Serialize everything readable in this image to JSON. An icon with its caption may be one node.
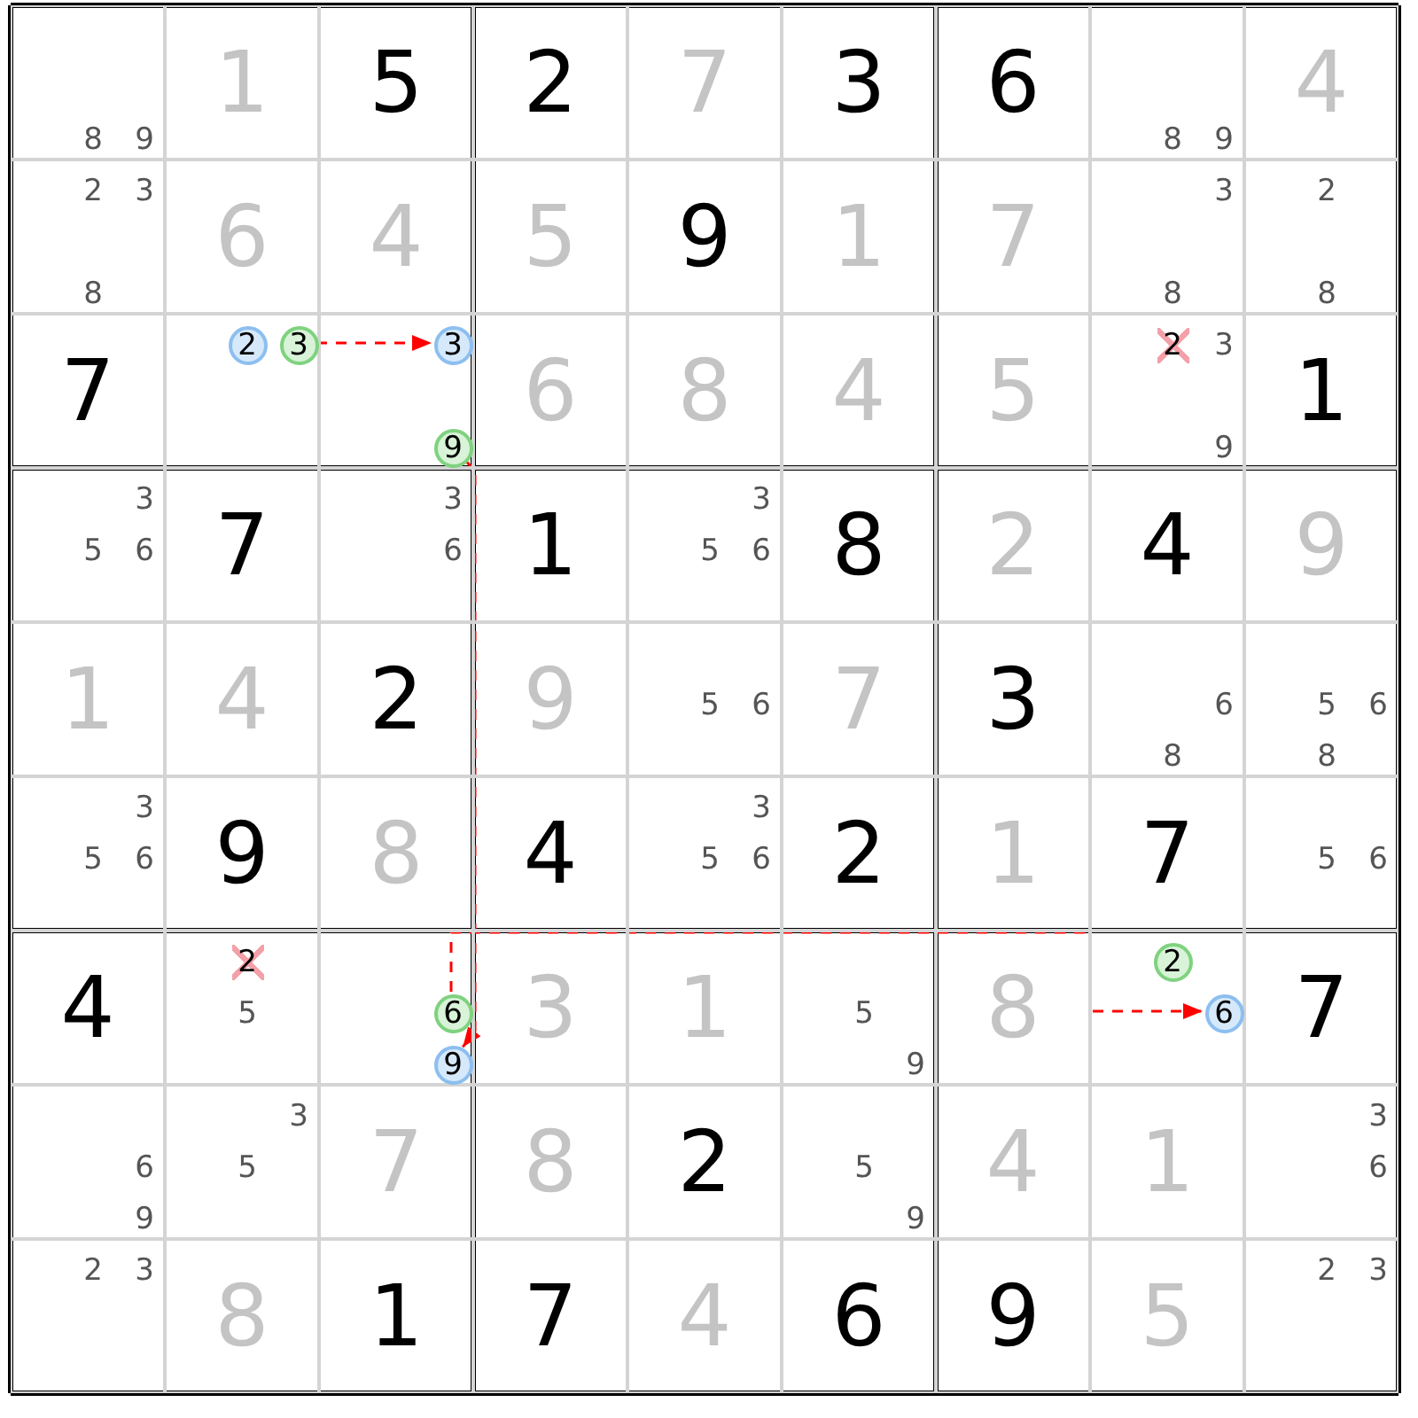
{
  "diagram": {
    "nodes": [
      {
        "text": [
          "8",
          "9"
        ]
      },
      {
        "text": [
          "1"
        ]
      },
      {
        "text": [
          "5"
        ]
      },
      {
        "text": [
          "2"
        ]
      },
      {
        "text": [
          "7"
        ]
      },
      {
        "text": [
          "3"
        ]
      },
      {
        "text": [
          "6"
        ]
      },
      {
        "text": [
          "8",
          "9"
        ]
      },
      {
        "text": [
          "4"
        ]
      },
      {
        "text": [
          "2",
          "3",
          "8"
        ]
      },
      {
        "text": [
          "6"
        ]
      },
      {
        "text": [
          "4"
        ]
      },
      {
        "text": [
          "5"
        ]
      },
      {
        "text": [
          "9"
        ]
      },
      {
        "text": [
          "1"
        ]
      },
      {
        "text": [
          "7"
        ]
      },
      {
        "text": [
          "3",
          "8"
        ]
      },
      {
        "text": [
          "2",
          "8"
        ]
      },
      {
        "text": [
          "7"
        ]
      },
      {
        "text": [],
        "shape": "box"
      },
      {
        "text": [
          "2"
        ],
        "in": 19
      },
      {
        "text": [
          "3"
        ],
        "in": 19
      },
      {
        "text": [],
        "shape": "box"
      },
      {
        "text": [
          "3"
        ],
        "in": 22
      },
      {
        "text": [
          "9"
        ],
        "in": 22
      },
      {
        "text": [
          "6"
        ]
      },
      {
        "text": [
          "8"
        ]
      },
      {
        "text": [
          "4"
        ]
      },
      {
        "text": [
          "5"
        ]
      },
      {
        "text": [
          "2",
          "3",
          "9"
        ]
      },
      {
        "text": [
          "1"
        ]
      },
      {
        "text": [
          "3",
          "5",
          "6"
        ]
      },
      {
        "text": [
          "7"
        ]
      },
      {
        "text": [
          "3",
          "6"
        ]
      },
      {
        "text": [
          "1"
        ]
      },
      {
        "text": [
          "3",
          "5",
          "6"
        ]
      },
      {
        "text": [
          "8"
        ]
      },
      {
        "text": [
          "2"
        ]
      },
      {
        "text": [
          "4"
        ]
      },
      {
        "text": [
          "9"
        ]
      },
      {
        "text": [
          "1"
        ]
      },
      {
        "text": [
          "4"
        ]
      },
      {
        "text": [
          "2"
        ]
      },
      {
        "text": [
          "9"
        ]
      },
      {
        "text": [
          "5",
          "6"
        ]
      },
      {
        "text": [
          "7"
        ]
      },
      {
        "text": [
          "3"
        ]
      },
      {
        "text": [
          "6",
          "8"
        ]
      },
      {
        "text": [
          "5",
          "6",
          "8"
        ]
      },
      {
        "text": [
          "3",
          "5",
          "6"
        ]
      },
      {
        "text": [
          "9"
        ]
      },
      {
        "text": [
          "8"
        ]
      },
      {
        "text": [
          "4"
        ]
      },
      {
        "text": [
          "3",
          "5",
          "6"
        ]
      },
      {
        "text": [
          "2"
        ]
      },
      {
        "text": [
          "1"
        ]
      },
      {
        "text": [
          "7"
        ]
      },
      {
        "text": [
          "5",
          "6"
        ]
      },
      {
        "text": [
          "4"
        ]
      },
      {
        "text": [
          "2",
          "5"
        ]
      },
      {
        "text": [],
        "shape": "box"
      },
      {
        "text": [
          "6"
        ],
        "in": 60
      },
      {
        "text": [
          "9"
        ],
        "in": 60
      },
      {
        "text": [
          "3"
        ]
      },
      {
        "text": [
          "1"
        ]
      },
      {
        "text": [
          "5",
          "9"
        ]
      },
      {
        "text": [
          "8"
        ]
      },
      {
        "text": [],
        "shape": "box"
      },
      {
        "text": [
          "2"
        ],
        "in": 67
      },
      {
        "text": [
          "6"
        ],
        "in": 67
      },
      {
        "text": [
          "7"
        ]
      },
      {
        "text": [
          "6",
          "9"
        ]
      },
      {
        "text": [
          "3",
          "5"
        ]
      },
      {
        "text": [
          "7"
        ]
      },
      {
        "text": [
          "8"
        ]
      },
      {
        "text": [
          "2"
        ]
      },
      {
        "text": [
          "5",
          "9"
        ]
      },
      {
        "text": [
          "4"
        ]
      },
      {
        "text": [
          "1"
        ]
      },
      {
        "text": [
          "3",
          "6"
        ]
      },
      {
        "text": [
          "2",
          "3"
        ]
      },
      {
        "text": [
          "8"
        ]
      },
      {
        "text": [
          "1"
        ]
      },
      {
        "text": [
          "7"
        ]
      },
      {
        "text": [
          "4"
        ]
      },
      {
        "text": [
          "6"
        ]
      },
      {
        "text": [
          "9"
        ]
      },
      {
        "text": [
          "5"
        ]
      },
      {
        "text": [
          "2",
          "3"
        ]
      }
    ],
    "edges": [
      {
        "from": 21,
        "to": 23,
        "arrow": "to",
        "style": "dashed"
      },
      {
        "from": 24,
        "to": 62,
        "arrow": "to",
        "style": "dashed"
      },
      {
        "from": 61,
        "to": 69,
        "arrow": "to",
        "style": "dashed"
      }
    ]
  }
}
